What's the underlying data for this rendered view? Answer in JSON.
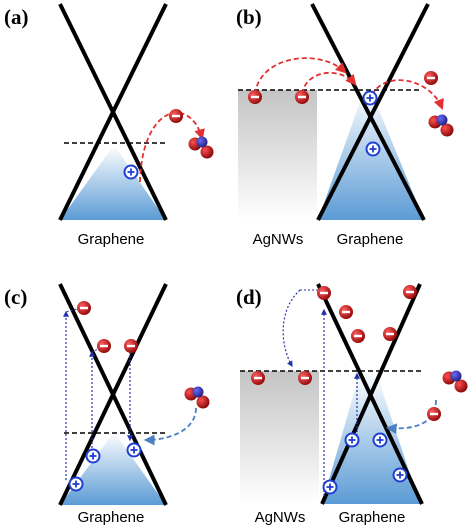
{
  "panels": {
    "a": {
      "label": "(a)",
      "captions": [
        "Graphene"
      ]
    },
    "b": {
      "label": "(b)",
      "captions": [
        "AgNWs",
        "Graphene"
      ]
    },
    "c": {
      "label": "(c)",
      "captions": [
        "Graphene"
      ]
    },
    "d": {
      "label": "(d)",
      "captions": [
        "AgNWs",
        "Graphene"
      ]
    }
  },
  "colors": {
    "dirac_cone": "#000000",
    "filled_band": "#5b9bd5",
    "agnw_metal": "#c8c8c8",
    "electron": "#c00000",
    "hole": "#1f3fd1",
    "arrow_red": "#e03030",
    "arrow_blue": "#4a7fc1",
    "transition_arrow": "#2233aa",
    "molecule_red": "#b01010",
    "molecule_blue": "#2a2a9a"
  },
  "icons": {
    "electron": "minus-circle-icon",
    "hole": "plus-circle-icon",
    "molecule": "no2-molecule-icon"
  }
}
